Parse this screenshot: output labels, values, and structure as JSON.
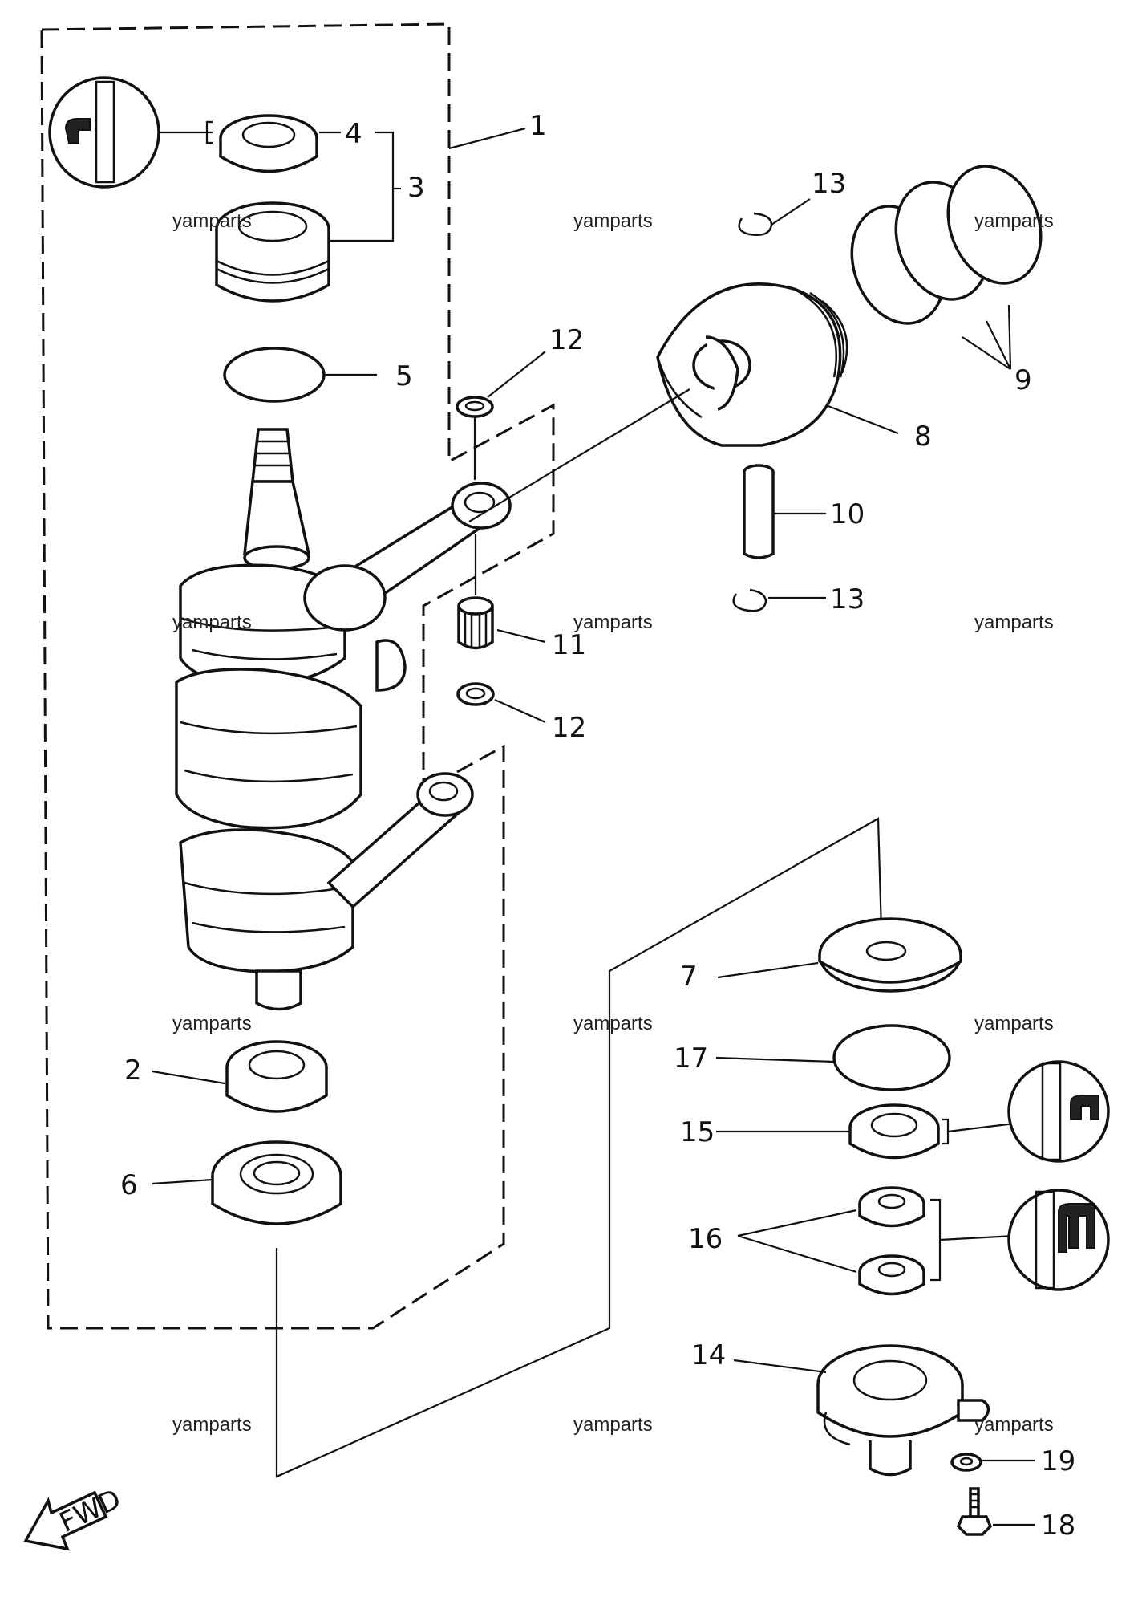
{
  "callouts": {
    "p1": "1",
    "p2": "2",
    "p3": "3",
    "p4": "4",
    "p5": "5",
    "p6": "6",
    "p7": "7",
    "p8": "8",
    "p9": "9",
    "p10": "10",
    "p11": "11",
    "p12a": "12",
    "p12b": "12",
    "p13a": "13",
    "p13b": "13",
    "p14": "14",
    "p15": "15",
    "p16": "16",
    "p17": "17",
    "p18": "18",
    "p19": "19"
  },
  "watermark": "yamparts",
  "fwd_label": "FWD"
}
